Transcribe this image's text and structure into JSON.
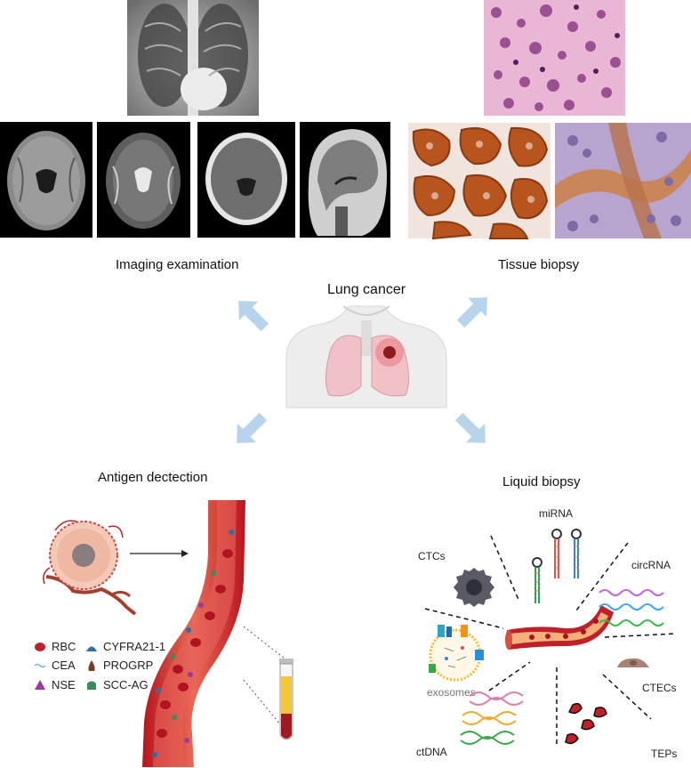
{
  "center": {
    "title": "Lung cancer"
  },
  "sections": {
    "imaging": "Imaging examination",
    "tissue": "Tissue biopsy",
    "antigen": "Antigen dectection",
    "liquid": "Liquid biopsy"
  },
  "antigen_legend": [
    {
      "label": "RBC",
      "color": "#c0202a",
      "icon": "rbc-icon"
    },
    {
      "label": "CYFRA21-1",
      "color": "#2c6fa6",
      "icon": "cyfra-icon"
    },
    {
      "label": "CEA",
      "color": "#6fb6d9",
      "icon": "cea-icon"
    },
    {
      "label": "PROGRP",
      "color": "#7a3a1e",
      "icon": "progrp-icon"
    },
    {
      "label": "NSE",
      "color": "#9a3a9a",
      "icon": "nse-icon"
    },
    {
      "label": "SCC-AG",
      "color": "#3d8a5c",
      "icon": "scc-icon"
    }
  ],
  "liquid_components": {
    "mirna": "miRNA",
    "ctcs": "CTCs",
    "circrna": "circRNA",
    "exosomes": "exosomes",
    "ctecs": "CTECs",
    "ctdna": "ctDNA",
    "teps": "TEPs"
  },
  "colors": {
    "arrow": "#b8d4ec",
    "vessel": "#c0202a",
    "vessel_light": "#e86a55",
    "tissue_pink": "#c77aa6",
    "ihc_brown": "#b8541e"
  }
}
